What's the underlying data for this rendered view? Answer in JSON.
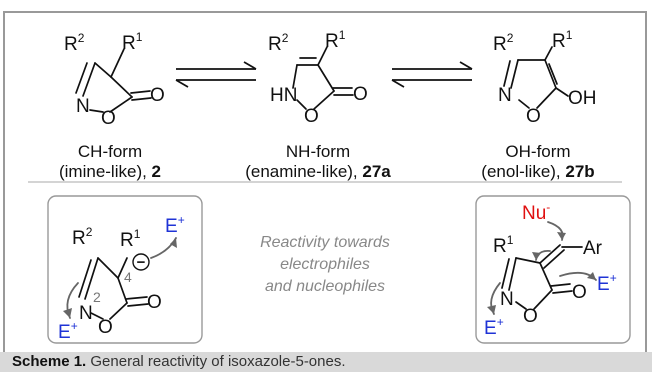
{
  "colors": {
    "electrophile": "#1f33d6",
    "nucleophile": "#e01010",
    "arrow": "#666666",
    "frame": "#999999",
    "caption_bg": "#d9d9d9"
  },
  "molecules": {
    "r1": "R",
    "r1_sup": "1",
    "r2": "R",
    "r2_sup": "2",
    "n": "N",
    "o": "O",
    "hn": "HN",
    "oh": "OH",
    "ar": "Ar"
  },
  "forms": {
    "ch": {
      "line1": "CH-form",
      "line2_text": "(imine-like), ",
      "line2_num": "2"
    },
    "nh": {
      "line1": "NH-form",
      "line2_text": "(enamine-like), ",
      "line2_num": "27a"
    },
    "oh": {
      "line1": "OH-form",
      "line2_text": "(enol-like), ",
      "line2_num": "27b"
    }
  },
  "reactivity": {
    "electrophile": "E",
    "electrophile_charge": "+",
    "nucleophile": "Nu",
    "nucleophile_charge": "-",
    "anion_charge": "−",
    "position_n": "2",
    "position_c": "4",
    "center_lines": [
      "Reactivity towards",
      "electrophiles",
      "and nucleophiles"
    ]
  },
  "caption": {
    "label": "Scheme 1.",
    "text": " General reactivity of isoxazole-5-ones."
  }
}
